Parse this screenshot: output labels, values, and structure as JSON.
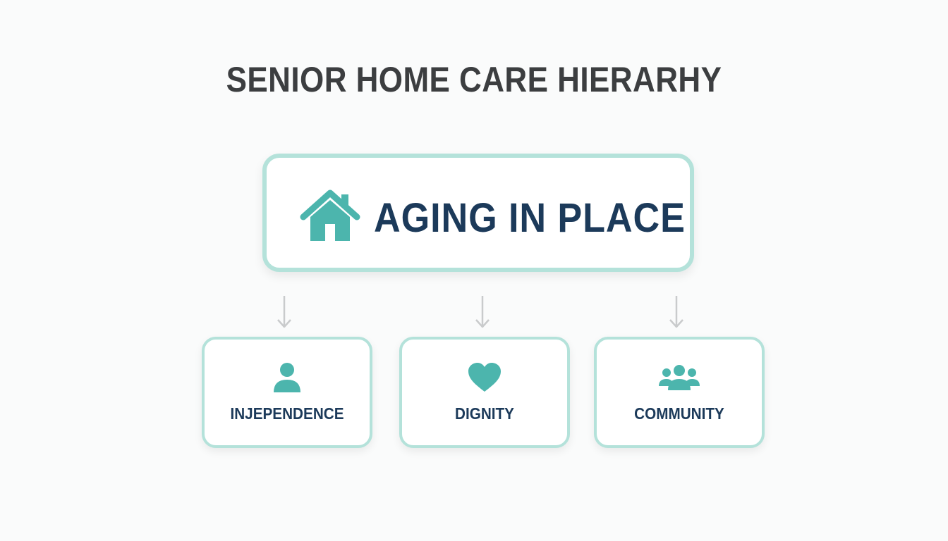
{
  "title": "SENIOR HOME CARE HIERARHY",
  "root": {
    "label": "AGING IN PLACE",
    "icon": "house-icon"
  },
  "children": [
    {
      "label": "INJEPENDENCE",
      "icon": "person-icon"
    },
    {
      "label": "DIGNITY",
      "icon": "heart-icon"
    },
    {
      "label": "COMMUNITY",
      "icon": "group-icon"
    }
  ],
  "colors": {
    "accent": "#4cb5ad",
    "border": "#b4e2da",
    "label": "#1c3a5a",
    "title": "#3c3e40",
    "arrow": "#c9cbcc"
  }
}
